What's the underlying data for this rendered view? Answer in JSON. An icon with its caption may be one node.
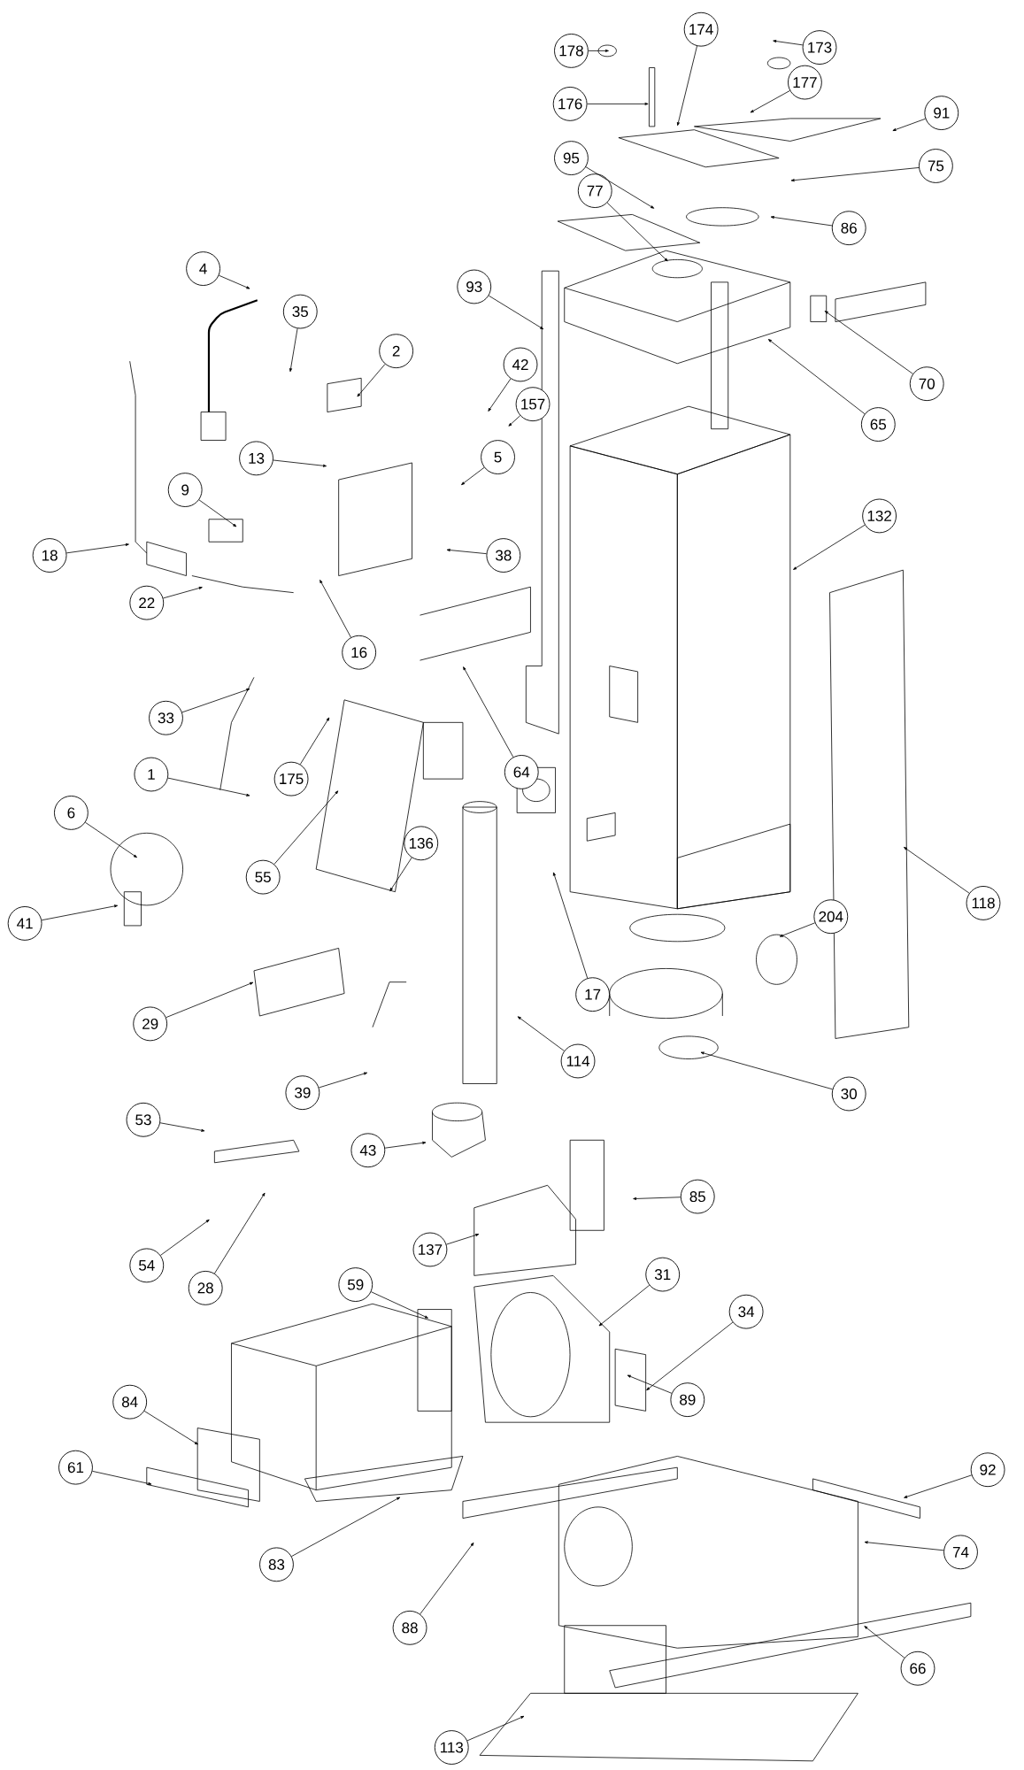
{
  "diagram": {
    "nodes": [
      {
        "text": [
          "174"
        ]
      },
      {
        "text": [
          "173"
        ]
      },
      {
        "text": [
          "178"
        ]
      },
      {
        "text": [
          "177"
        ]
      },
      {
        "text": [
          "176"
        ]
      },
      {
        "text": [
          "91"
        ]
      },
      {
        "text": [
          "95"
        ]
      },
      {
        "text": [
          "75"
        ]
      },
      {
        "text": [
          "77"
        ]
      },
      {
        "text": [
          "86"
        ]
      },
      {
        "text": [
          "4"
        ]
      },
      {
        "text": [
          "93"
        ]
      },
      {
        "text": [
          "35"
        ]
      },
      {
        "text": [
          "2"
        ]
      },
      {
        "text": [
          "42"
        ]
      },
      {
        "text": [
          "70"
        ]
      },
      {
        "text": [
          "157"
        ]
      },
      {
        "text": [
          "65"
        ]
      },
      {
        "text": [
          "13"
        ]
      },
      {
        "text": [
          "5"
        ]
      },
      {
        "text": [
          "9"
        ]
      },
      {
        "text": [
          "132"
        ]
      },
      {
        "text": [
          "18"
        ]
      },
      {
        "text": [
          "38"
        ]
      },
      {
        "text": [
          "22"
        ]
      },
      {
        "text": [
          "16"
        ]
      },
      {
        "text": [
          "33"
        ]
      },
      {
        "text": [
          "64"
        ]
      },
      {
        "text": [
          "1"
        ]
      },
      {
        "text": [
          "175"
        ]
      },
      {
        "text": [
          "6"
        ]
      },
      {
        "text": [
          "136"
        ]
      },
      {
        "text": [
          "55"
        ]
      },
      {
        "text": [
          "118"
        ]
      },
      {
        "text": [
          "204"
        ]
      },
      {
        "text": [
          "41"
        ]
      },
      {
        "text": [
          "17"
        ]
      },
      {
        "text": [
          "29"
        ]
      },
      {
        "text": [
          "114"
        ]
      },
      {
        "text": [
          "30"
        ]
      },
      {
        "text": [
          "39"
        ]
      },
      {
        "text": [
          "53"
        ]
      },
      {
        "text": [
          "43"
        ]
      },
      {
        "text": [
          "85"
        ]
      },
      {
        "text": [
          "137"
        ]
      },
      {
        "text": [
          "54"
        ]
      },
      {
        "text": [
          "31"
        ]
      },
      {
        "text": [
          "59"
        ]
      },
      {
        "text": [
          "28"
        ]
      },
      {
        "text": [
          "34"
        ]
      },
      {
        "text": [
          "89"
        ]
      },
      {
        "text": [
          "84"
        ]
      },
      {
        "text": [
          "61"
        ]
      },
      {
        "text": [
          "92"
        ]
      },
      {
        "text": [
          "74"
        ]
      },
      {
        "text": [
          "83"
        ]
      },
      {
        "text": [
          "88"
        ]
      },
      {
        "text": [
          "66"
        ]
      },
      {
        "text": [
          "113"
        ]
      }
    ],
    "edges": [
      {
        "from": 0,
        "to": null,
        "arrow": "to"
      },
      {
        "from": 1,
        "to": null,
        "arrow": "to"
      },
      {
        "from": 2,
        "to": null,
        "arrow": "to"
      },
      {
        "from": 3,
        "to": null,
        "arrow": "to"
      },
      {
        "from": 4,
        "to": null,
        "arrow": "to"
      },
      {
        "from": 5,
        "to": null,
        "arrow": "to"
      },
      {
        "from": 6,
        "to": null,
        "arrow": "to"
      },
      {
        "from": 7,
        "to": null,
        "arrow": "to"
      },
      {
        "from": 8,
        "to": null,
        "arrow": "to"
      },
      {
        "from": 9,
        "to": null,
        "arrow": "to"
      },
      {
        "from": 10,
        "to": null,
        "arrow": "to"
      },
      {
        "from": 11,
        "to": null,
        "arrow": "to"
      },
      {
        "from": 12,
        "to": null,
        "arrow": "to"
      },
      {
        "from": 13,
        "to": null,
        "arrow": "to"
      },
      {
        "from": 14,
        "to": null,
        "arrow": "to"
      },
      {
        "from": 15,
        "to": null,
        "arrow": "to"
      },
      {
        "from": 16,
        "to": null,
        "arrow": "to"
      },
      {
        "from": 17,
        "to": null,
        "arrow": "to"
      },
      {
        "from": 18,
        "to": null,
        "arrow": "to"
      },
      {
        "from": 19,
        "to": null,
        "arrow": "to"
      },
      {
        "from": 20,
        "to": null,
        "arrow": "to"
      },
      {
        "from": 21,
        "to": null,
        "arrow": "to"
      },
      {
        "from": 22,
        "to": null,
        "arrow": "to"
      },
      {
        "from": 23,
        "to": null,
        "arrow": "to"
      },
      {
        "from": 24,
        "to": null,
        "arrow": "to"
      },
      {
        "from": 25,
        "to": null,
        "arrow": "to"
      },
      {
        "from": 26,
        "to": null,
        "arrow": "to"
      },
      {
        "from": 27,
        "to": null,
        "arrow": "to"
      },
      {
        "from": 28,
        "to": null,
        "arrow": "to"
      },
      {
        "from": 29,
        "to": null,
        "arrow": "to"
      },
      {
        "from": 30,
        "to": null,
        "arrow": "to"
      },
      {
        "from": 31,
        "to": null,
        "arrow": "to"
      },
      {
        "from": 32,
        "to": null,
        "arrow": "to"
      },
      {
        "from": 33,
        "to": null,
        "arrow": "to"
      },
      {
        "from": 34,
        "to": null,
        "arrow": "to"
      },
      {
        "from": 35,
        "to": null,
        "arrow": "to"
      },
      {
        "from": 36,
        "to": null,
        "arrow": "to"
      },
      {
        "from": 37,
        "to": null,
        "arrow": "to"
      },
      {
        "from": 38,
        "to": null,
        "arrow": "to"
      },
      {
        "from": 39,
        "to": null,
        "arrow": "to"
      },
      {
        "from": 40,
        "to": null,
        "arrow": "to"
      },
      {
        "from": 41,
        "to": null,
        "arrow": "to"
      },
      {
        "from": 42,
        "to": null,
        "arrow": "to"
      },
      {
        "from": 43,
        "to": null,
        "arrow": "to"
      },
      {
        "from": 44,
        "to": null,
        "arrow": "to"
      },
      {
        "from": 45,
        "to": null,
        "arrow": "to"
      },
      {
        "from": 46,
        "to": null,
        "arrow": "to"
      },
      {
        "from": 47,
        "to": null,
        "arrow": "to"
      },
      {
        "from": 48,
        "to": null,
        "arrow": "to"
      },
      {
        "from": 49,
        "to": null,
        "arrow": "to"
      },
      {
        "from": 50,
        "to": null,
        "arrow": "to"
      },
      {
        "from": 51,
        "to": null,
        "arrow": "to"
      },
      {
        "from": 52,
        "to": null,
        "arrow": "to"
      },
      {
        "from": 53,
        "to": null,
        "arrow": "to"
      },
      {
        "from": 54,
        "to": null,
        "arrow": "to"
      },
      {
        "from": 55,
        "to": null,
        "arrow": "to"
      },
      {
        "from": 56,
        "to": null,
        "arrow": "to"
      },
      {
        "from": 57,
        "to": null,
        "arrow": "to"
      },
      {
        "from": 58,
        "to": null,
        "arrow": "to"
      }
    ]
  }
}
